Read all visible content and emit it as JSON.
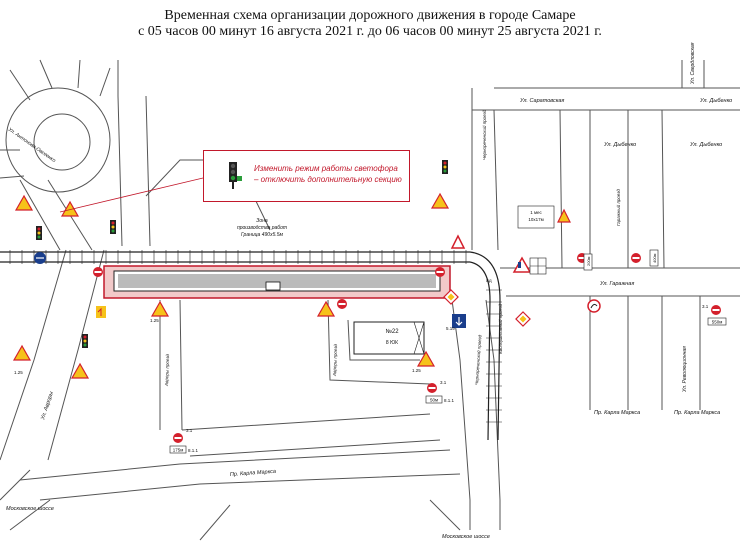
{
  "title": {
    "line1": "Временная схема организации дорожного движения в городе Самаре",
    "line2": "с 05 часов 00 минут 16 августа 2021 г. до 06 часов 00 минут 25 августа 2021 г."
  },
  "callout": {
    "line1": "Изменить режим работы светофора",
    "line2": "– отключить дополнительную секцию"
  },
  "streets": {
    "saratovskaya": "Ул. Саратовская",
    "sverdlovskaya": "Ул. Свердловская",
    "dybenko_top": "Ул. Дыбенко",
    "dybenko_right1": "Ул. Дыбенко",
    "dybenko_right2": "Ул. Дыбенко",
    "garazhnaya": "Ул. Гаражная",
    "avrora": "Ул. Авроры",
    "antonova": "Ул. Антонова-Овсеенко",
    "karla_marksa_bottom": "Пр. Карла Маркса",
    "karla_marksa_right1": "Пр. Карла Маркса",
    "karla_marksa_right2": "Пр. Карла Маркса",
    "moskovskoe_left": "Московское шоссе",
    "moskovskoe_bottom": "Московское шоссе",
    "chernorechenskii": "Чернореченский проезд",
    "chernorechenskii2": "Чернореченский проезд",
    "revolyutsionnaya": "Ул. Революционная",
    "avrora_prozd": "Авроры проезд",
    "vrangelya": "Авроры проезд",
    "kooperativnyi": "Кооперативный проезд",
    "garazhnyi": "Гаражный проезд"
  },
  "zone": {
    "line1": "Зона",
    "line2": "производства работ",
    "line3": "Граница 490х5.5м"
  },
  "building": {
    "number": "№22",
    "label": "8 ЮК"
  },
  "labels": {
    "zhd": "жд",
    "sign_5_19": "5.19",
    "sign_1_25": "1.25",
    "sign_3_1": "3.1",
    "sign_8_1_1": "8.1.1",
    "dist_50m": "50м",
    "dist_175m": "175м",
    "dist_550m": "550м",
    "dist_200m": "200м",
    "dist_400m": "400м",
    "panel_1": "1 мес",
    "panel_2": "10х17м",
    "panel_2_23": "2.23",
    "panel_3": "1.25"
  },
  "colors": {
    "road": "#555555",
    "rail": "#222222",
    "zone_fill": "#f2c9c9",
    "zone_border": "#c2182b",
    "sign_red": "#d4202c",
    "sign_yellow": "#f6c21a",
    "sign_blue": "#1a3e8c"
  }
}
